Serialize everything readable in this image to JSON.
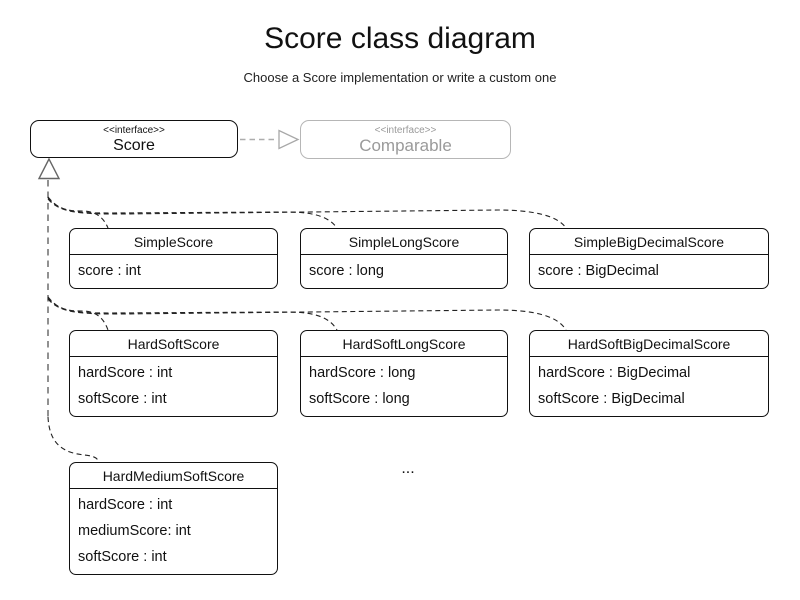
{
  "title": "Score class diagram",
  "subtitle": "Choose a Score implementation or write a custom one",
  "interfaces": {
    "score": {
      "stereotype": "<<interface>>",
      "name": "Score"
    },
    "comparable": {
      "stereotype": "<<interface>>",
      "name": "Comparable"
    }
  },
  "classes": [
    {
      "name": "SimpleScore",
      "attributes": [
        "score : int"
      ]
    },
    {
      "name": "SimpleLongScore",
      "attributes": [
        "score : long"
      ]
    },
    {
      "name": "SimpleBigDecimalScore",
      "attributes": [
        "score : BigDecimal"
      ]
    },
    {
      "name": "HardSoftScore",
      "attributes": [
        "hardScore : int",
        "softScore : int"
      ]
    },
    {
      "name": "HardSoftLongScore",
      "attributes": [
        "hardScore : long",
        "softScore : long"
      ]
    },
    {
      "name": "HardSoftBigDecimalScore",
      "attributes": [
        "hardScore : BigDecimal",
        "softScore : BigDecimal"
      ]
    },
    {
      "name": "HardMediumSoftScore",
      "attributes": [
        "hardScore : int",
        "mediumScore: int",
        "softScore : int"
      ]
    }
  ],
  "ellipsis": "...",
  "relationships": {
    "score_implements": "Comparable",
    "implementations_realize": "Score"
  },
  "colors": {
    "text": "#111111",
    "muted_interface": "#9a9a9a",
    "branch_connector": "#222222",
    "trunk_connector": "#858585",
    "realize_connector": "#adadad"
  }
}
